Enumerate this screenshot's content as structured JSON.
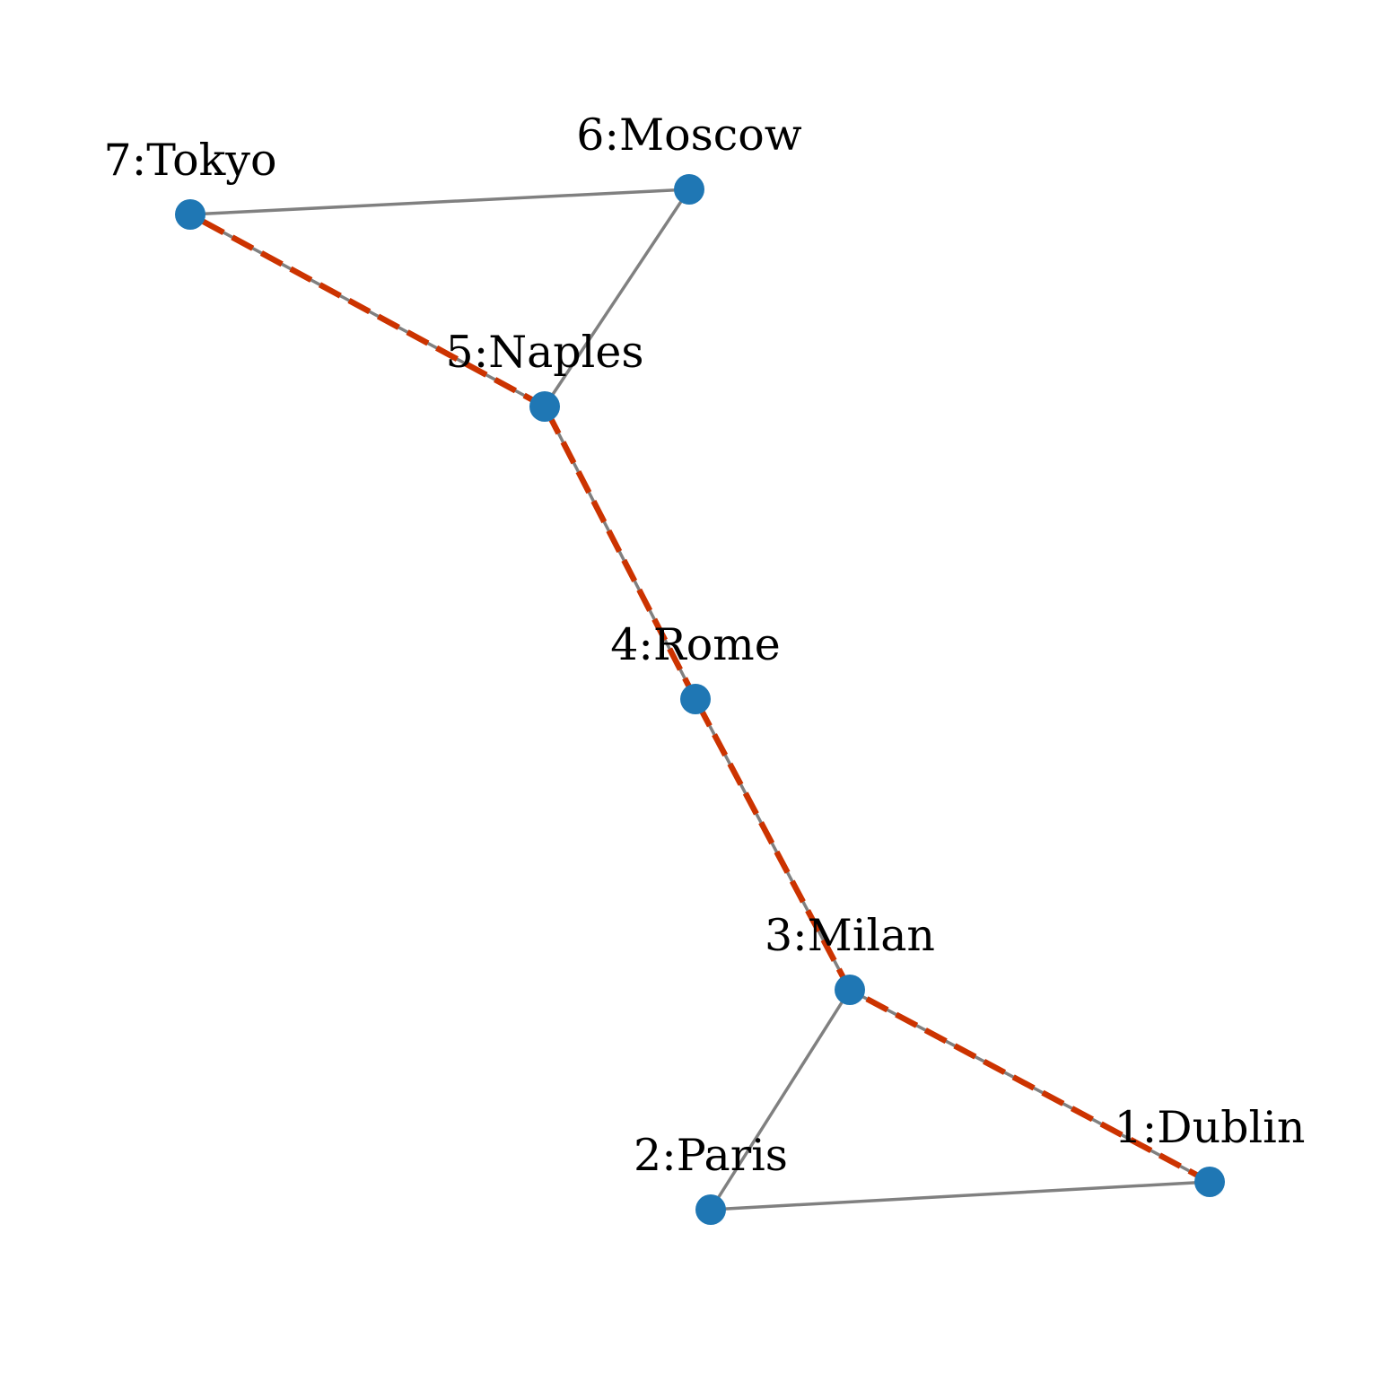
{
  "graph": {
    "nodes": [
      {
        "id": 1,
        "label": "1:Dublin"
      },
      {
        "id": 2,
        "label": "2:Paris"
      },
      {
        "id": 3,
        "label": "3:Milan"
      },
      {
        "id": 4,
        "label": "4:Rome"
      },
      {
        "id": 5,
        "label": "5:Naples"
      },
      {
        "id": 6,
        "label": "6:Moscow"
      },
      {
        "id": 7,
        "label": "7:Tokyo"
      }
    ],
    "edges": [
      {
        "source": 1,
        "target": 2
      },
      {
        "source": 1,
        "target": 3
      },
      {
        "source": 2,
        "target": 3
      },
      {
        "source": 3,
        "target": 4
      },
      {
        "source": 4,
        "target": 5
      },
      {
        "source": 5,
        "target": 6
      },
      {
        "source": 5,
        "target": 7
      },
      {
        "source": 6,
        "target": 7
      }
    ],
    "highlighted_path": [
      1,
      3,
      4,
      5,
      7
    ]
  },
  "colors": {
    "node": "#1f77b4",
    "edge": "#808080",
    "path": "#cc3300",
    "label": "#000000"
  }
}
